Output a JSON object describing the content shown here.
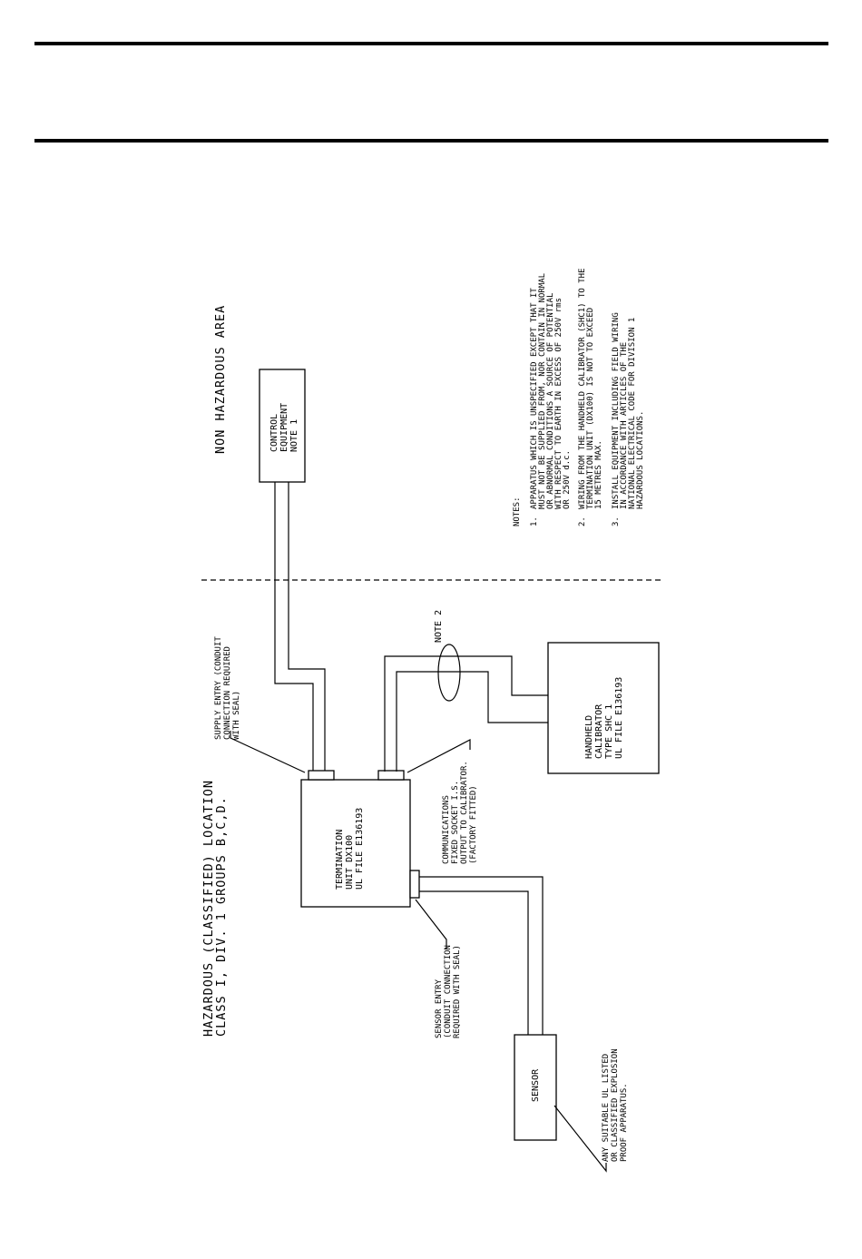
{
  "diagram": {
    "areas": {
      "non_hazardous": "NON HAZARDOUS AREA",
      "hazardous_line1": "HAZARDOUS (CLASSIFIED) LOCATION",
      "hazardous_line2": "CLASS I, DIV. 1 GROUPS B,C,D."
    },
    "boxes": {
      "control": [
        "CONTROL",
        "EQUIPMENT",
        "NOTE 1"
      ],
      "termination": [
        "TERMINATION",
        "UNIT DX100",
        "UL FILE E136193"
      ],
      "calibrator": [
        "HANDHELD",
        "CALIBRATOR",
        "TYPE SHC 1",
        "UL FILE E136193"
      ],
      "sensor": [
        "SENSOR"
      ]
    },
    "callouts": {
      "supply_entry": [
        "SUPPLY ENTRY (CONDUIT",
        "CONNECTION REQUIRED",
        "WITH SEAL)"
      ],
      "communications": [
        "COMMUNICATIONS",
        "FIXED SOCKET I.S.",
        "OUTPUT TO CALIBRATOR.",
        "(FACTORY FITTED)"
      ],
      "sensor_entry": [
        "SENSOR ENTRY",
        "(CONDUIT CONNECTION",
        "REQUIRED WITH SEAL)"
      ],
      "apparatus": [
        "ANY SUITABLE UL LISTED",
        "OR CLASSIFIED EXPLOSION",
        "PROOF APPARATUS."
      ],
      "note2": "NOTE 2"
    },
    "notes": {
      "heading": "NOTES:",
      "items": [
        {
          "num": "1.",
          "lines": [
            "APPARATUS WHICH IS UNSPECIFIED EXCEPT THAT IT",
            "MUST NOT BE SUPPLIED FROM, NOR CONTAIN IN NORMAL",
            "OR ABNORMAL CONDITIONS A SOURCE OF POTENTIAL",
            "WITH RESPECT TO EARTH IN EXCESS OF 250V rms",
            "OR 250V d.c."
          ]
        },
        {
          "num": "2.",
          "lines": [
            "WIRING FROM THE HANDHELD CALIBRATOR (SHC1) TO THE",
            "TERMINATION UNIT (DX100) IS NOT TO EXCEED",
            "15 METRES MAX."
          ]
        },
        {
          "num": "3.",
          "lines": [
            "INSTALL EQUIPMENT INCLUDING FIELD WIRING",
            "IN ACCORDANCE WITH ARTICLES OF THE",
            "NATIONAL ELECTRICAL CODE FOR DIVISION 1",
            "HAZARDOUS LOCATIONS."
          ]
        }
      ]
    }
  }
}
